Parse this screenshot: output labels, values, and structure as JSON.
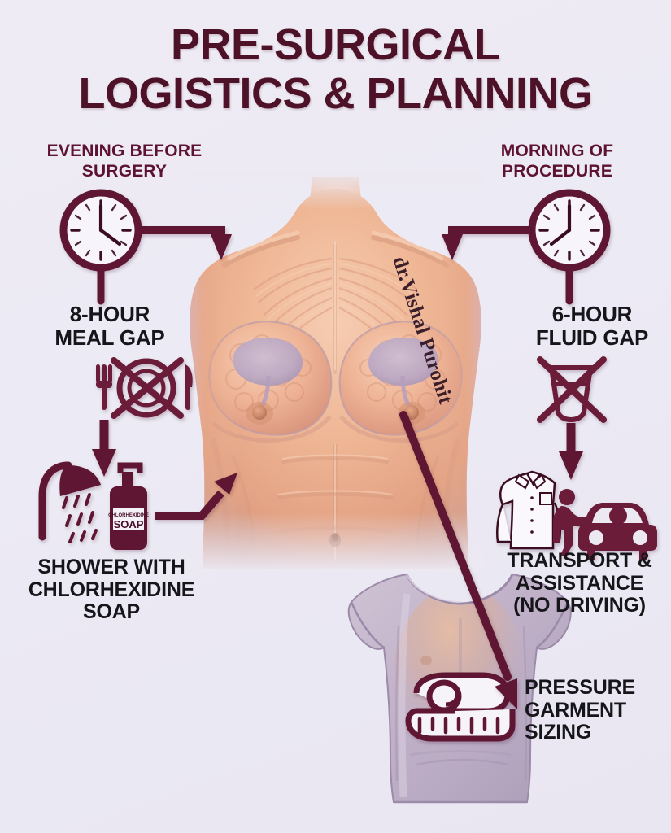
{
  "meta": {
    "kind": "medical-infographic",
    "accent_dark": "#4e1228",
    "accent_mid": "#6b1a38",
    "accent_ink": "#16161a",
    "background": "#ece9f3"
  },
  "title": {
    "line1": "PRE-SURGICAL",
    "line2": "LOGISTICS & PLANNING"
  },
  "headers": {
    "left": "EVENING BEFORE\nSURGERY",
    "left_line1": "EVENING BEFORE",
    "left_line2": "SURGERY",
    "right": "MORNING OF\nPROCEDURE",
    "right_line1": "MORNING OF",
    "right_line2": "PROCEDURE"
  },
  "steps": [
    {
      "id": "meal-gap",
      "column": "left",
      "label": "8-HOUR\nMEAL GAP",
      "label_line1": "8-HOUR",
      "label_line2": "MEAL GAP",
      "icon": "clock-icon",
      "secondary_icon": "no-food-icon",
      "clock_time": "12:20"
    },
    {
      "id": "shower",
      "column": "left",
      "label": "SHOWER WITH\nCHLORHEXIDINE\nSOAP",
      "label_line1": "SHOWER WITH",
      "label_line2": "CHLORHEXIDINE",
      "label_line3": "SOAP",
      "icon": "shower-icon",
      "secondary_icon": "soap-bottle-icon",
      "bottle_text_top": "CHLORHEXIDINE",
      "bottle_text_main": "SOAP"
    },
    {
      "id": "fluid-gap",
      "column": "right",
      "label": "6-HOUR\nFLUID GAP",
      "label_line1": "6-HOUR",
      "label_line2": "FLUID GAP",
      "icon": "clock-icon",
      "secondary_icon": "no-drink-icon",
      "clock_time": "12:20"
    },
    {
      "id": "transport",
      "column": "right",
      "label": "TRANSPORT &\nASSISTANCE\n(NO DRIVING)",
      "label_line1": "TRANSPORT &",
      "label_line2": "ASSISTANCE",
      "label_line3": "(NO DRIVING)",
      "icon": "shirt-icon",
      "secondary_icon": "person-car-icon"
    },
    {
      "id": "garment",
      "column": "bottom",
      "label": "PRESSURE\nGARMENT\nSIZING",
      "label_line1": "PRESSURE",
      "label_line2": "GARMENT",
      "label_line3": "SIZING",
      "icon": "compression-vest-icon",
      "secondary_icon": "measuring-tape-icon"
    }
  ],
  "central_figure": {
    "name": "male-torso-gynecomastia-illustration",
    "description": "Anatomical male chest and abdomen illustration"
  },
  "watermark": {
    "text": "dr.Vishal Purohit"
  },
  "arrows": [
    {
      "id": "arrow-clock-left-to-torso",
      "from": "clock-left",
      "to": "torso"
    },
    {
      "id": "arrow-clock-right-to-torso",
      "from": "clock-right",
      "to": "torso"
    },
    {
      "id": "arrow-meal-down",
      "from": "meal-gap",
      "to": "shower"
    },
    {
      "id": "arrow-fluid-down",
      "from": "fluid-gap",
      "to": "transport"
    },
    {
      "id": "arrow-soap-to-torso",
      "from": "soap",
      "to": "torso"
    },
    {
      "id": "arrow-torso-to-garment",
      "from": "torso",
      "to": "garment"
    }
  ]
}
